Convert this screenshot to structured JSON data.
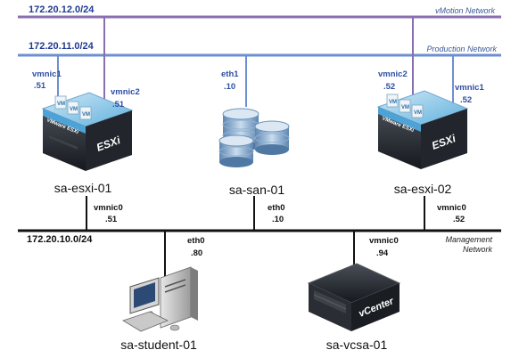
{
  "networks": {
    "vmotion": {
      "subnet": "172.20.12.0/24",
      "name": "vMotion Network",
      "color": "#8a6fb0"
    },
    "production": {
      "subnet": "172.20.11.0/24",
      "name": "Production Network",
      "color": "#6d8fd1"
    },
    "management": {
      "subnet": "172.20.10.0/24",
      "name_line1": "Management",
      "name_line2": "Network",
      "color": "#111111"
    }
  },
  "hosts": {
    "esxi01": {
      "name": "sa-esxi-01",
      "badge": "VMware ESXi",
      "brand": "ESXi",
      "nic_a": {
        "name": "vmnic1",
        "ip": ".51"
      },
      "nic_b": {
        "name": "vmnic2",
        "ip": ".51"
      },
      "mgmt_nic": {
        "name": "vmnic0",
        "ip": ".51"
      },
      "vm_label": "VM"
    },
    "san01": {
      "name": "sa-san-01",
      "nic": {
        "name": "eth1",
        "ip": ".10"
      },
      "mgmt_nic": {
        "name": "eth0",
        "ip": ".10"
      }
    },
    "esxi02": {
      "name": "sa-esxi-02",
      "badge": "VMware ESXi",
      "brand": "ESXi",
      "nic_a": {
        "name": "vmnic2",
        "ip": ".52"
      },
      "nic_b": {
        "name": "vmnic1",
        "ip": ".52"
      },
      "mgmt_nic": {
        "name": "vmnic0",
        "ip": ".52"
      },
      "vm_label": "VM"
    },
    "student01": {
      "name": "sa-student-01",
      "nic": {
        "name": "eth0",
        "ip": ".80"
      }
    },
    "vcsa01": {
      "name": "sa-vcsa-01",
      "brand": "vCenter",
      "nic": {
        "name": "vmnic0",
        "ip": ".94"
      }
    }
  }
}
